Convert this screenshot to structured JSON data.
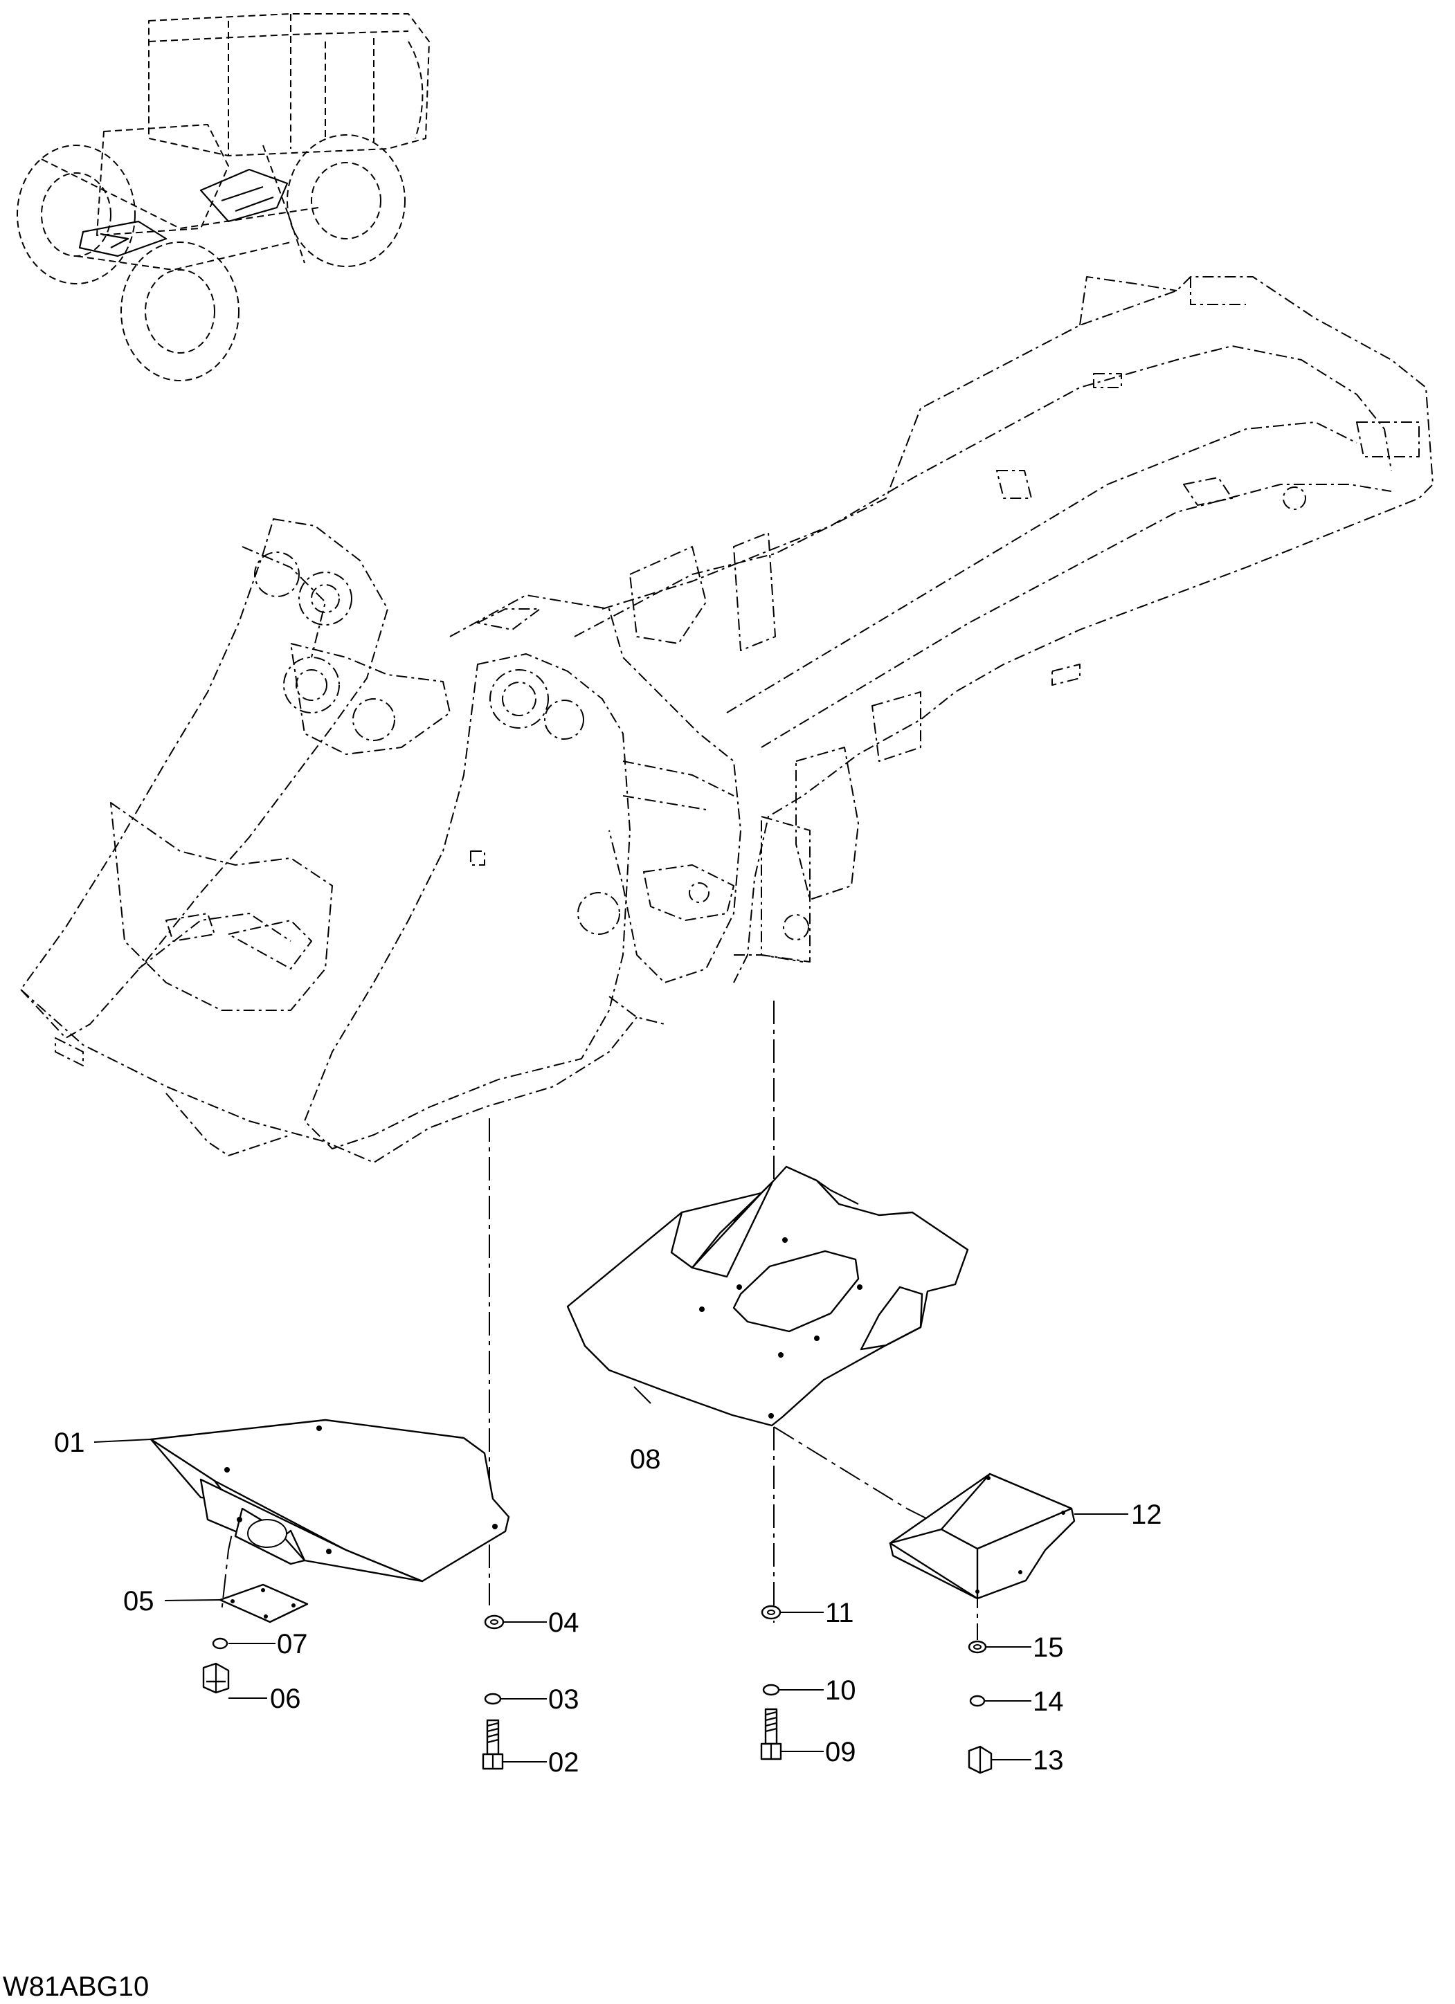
{
  "diagram_code": "W81ABG10",
  "parts": [
    {
      "ref": "01"
    },
    {
      "ref": "02"
    },
    {
      "ref": "03"
    },
    {
      "ref": "04"
    },
    {
      "ref": "05"
    },
    {
      "ref": "06"
    },
    {
      "ref": "07"
    },
    {
      "ref": "08"
    },
    {
      "ref": "09"
    },
    {
      "ref": "10"
    },
    {
      "ref": "11"
    },
    {
      "ref": "12"
    },
    {
      "ref": "13"
    },
    {
      "ref": "14"
    },
    {
      "ref": "15"
    }
  ]
}
